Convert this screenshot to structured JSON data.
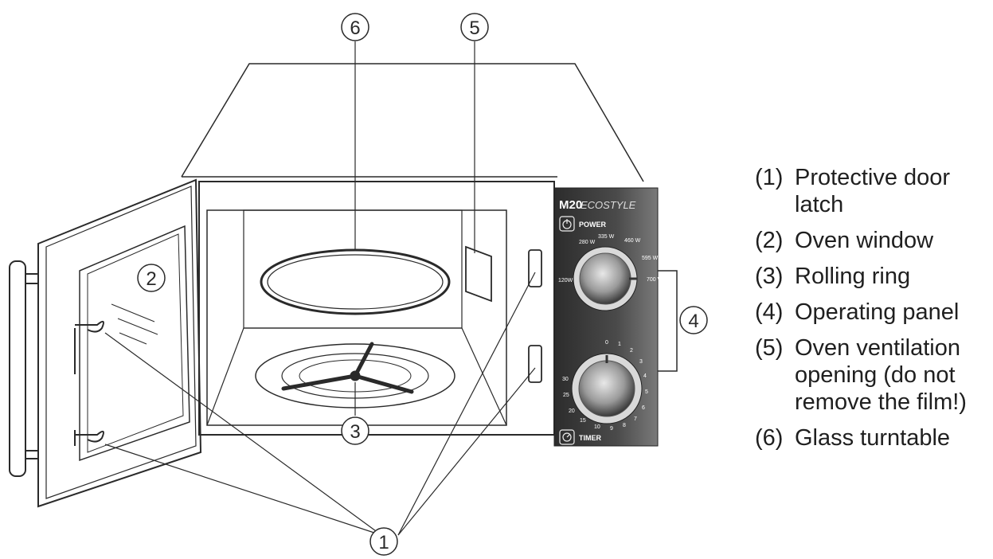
{
  "callouts": {
    "c1": "1",
    "c2": "2",
    "c3": "3",
    "c4": "4",
    "c5": "5",
    "c6": "6"
  },
  "panel": {
    "model": "M20",
    "series": "ECOSTYLE",
    "power_label": "POWER",
    "timer_label": "TIMER",
    "power_levels": [
      "120W",
      "280 W",
      "335 W",
      "460 W",
      "595 W",
      "700 W"
    ],
    "timer_marks": [
      "0",
      "1",
      "2",
      "3",
      "4",
      "5",
      "6",
      "7",
      "8",
      "9",
      "10",
      "15",
      "20",
      "25",
      "30"
    ]
  },
  "legend": [
    {
      "num": "(1)",
      "text": "Protective door latch"
    },
    {
      "num": "(2)",
      "text": "Oven window"
    },
    {
      "num": "(3)",
      "text": "Rolling ring"
    },
    {
      "num": "(4)",
      "text": "Operating panel"
    },
    {
      "num": "(5)",
      "text": "Oven ventilation opening (do not remove the film!)"
    },
    {
      "num": "(6)",
      "text": "Glass turntable"
    }
  ],
  "colors": {
    "panel_dark": "#3a3a3a",
    "panel_light": "#6a6a6a",
    "line": "#2a2a2a"
  }
}
